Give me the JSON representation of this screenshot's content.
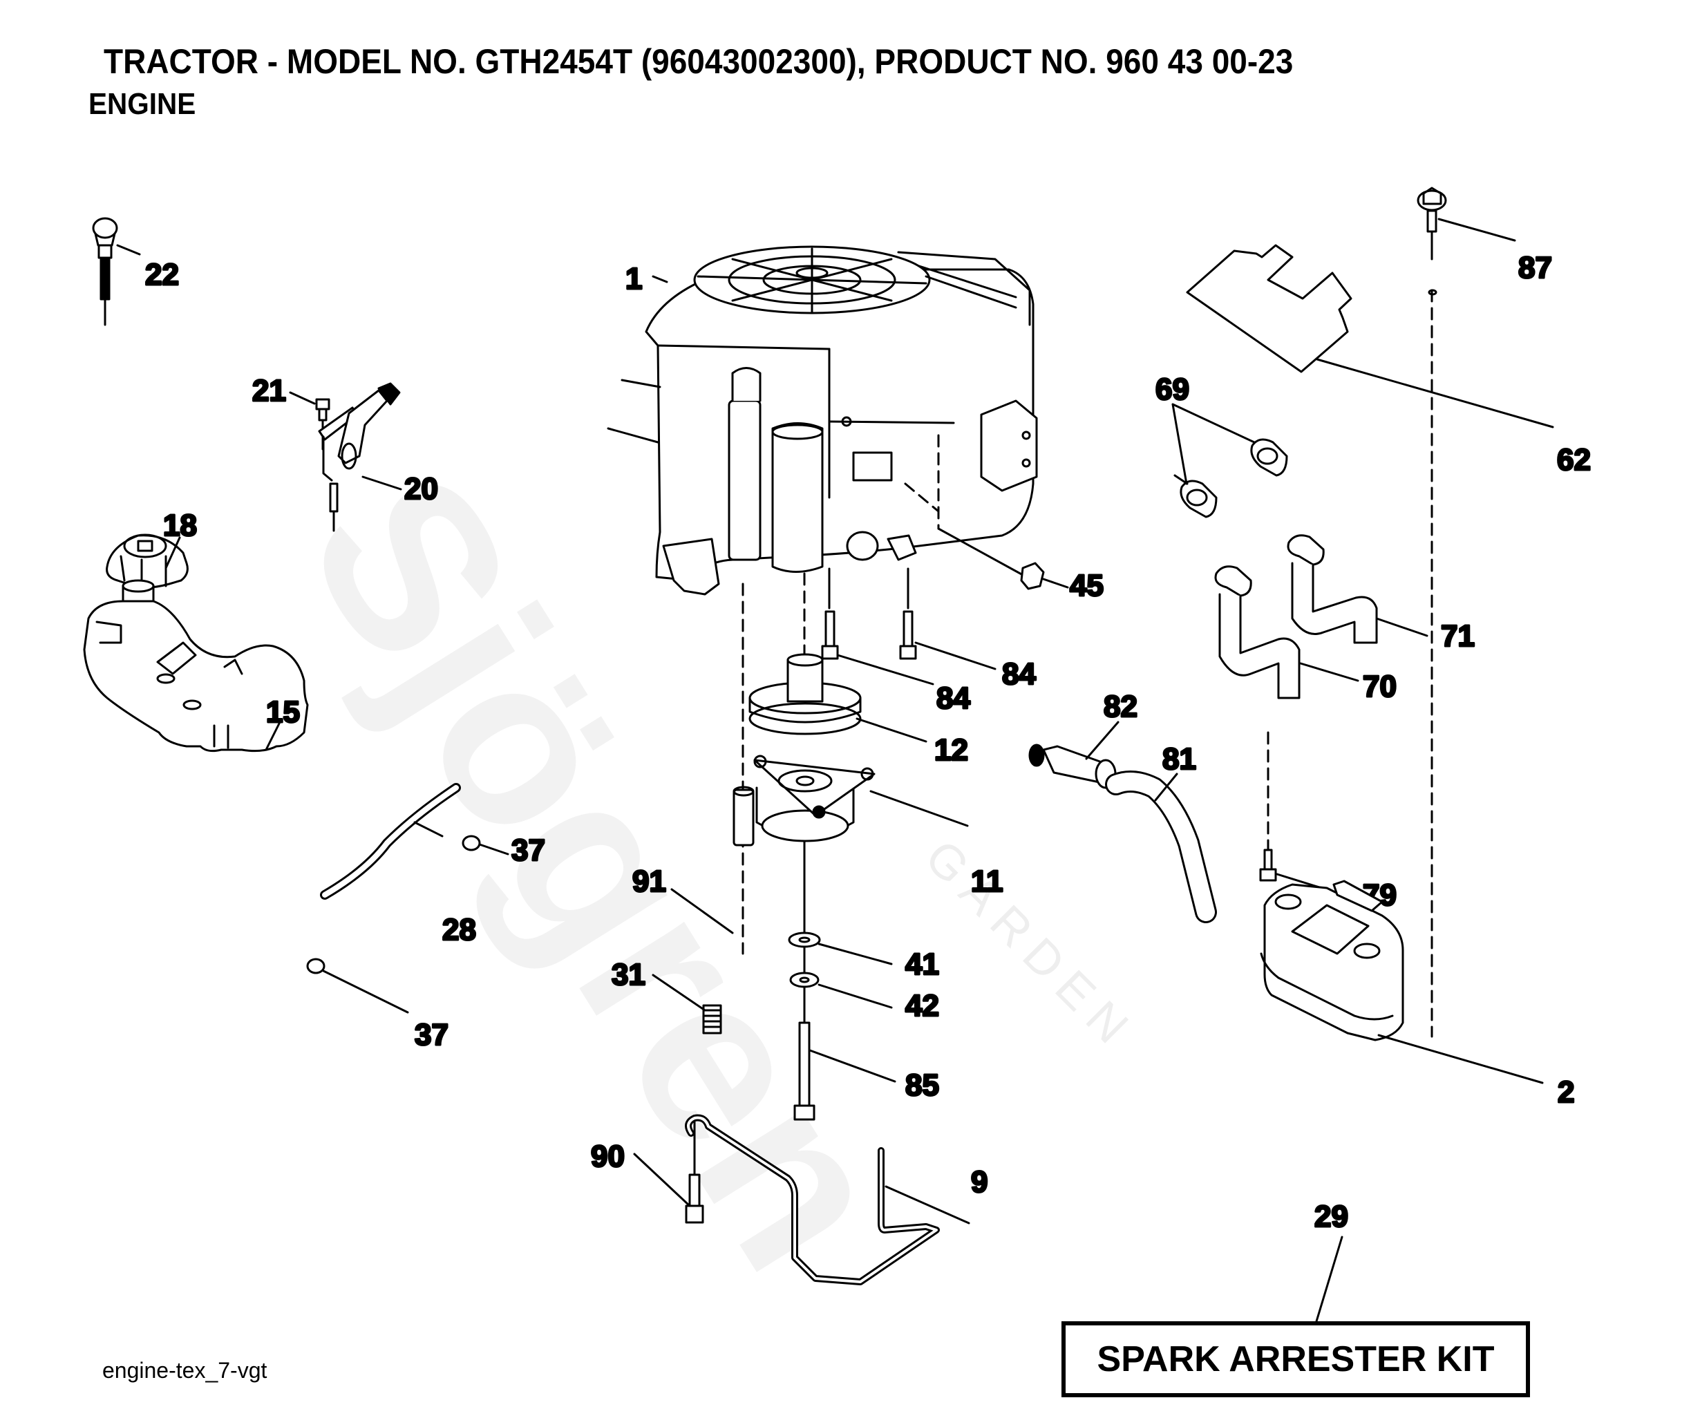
{
  "header": {
    "title": "TRACTOR - MODEL NO. GTH2454T (96043002300), PRODUCT NO. 960 43 00-23",
    "section": "ENGINE"
  },
  "watermark": {
    "brand": "Sjögren",
    "tagline": "GARDEN"
  },
  "parts": [
    {
      "ref": "1",
      "name": "engine"
    },
    {
      "ref": "2",
      "name": "muffler"
    },
    {
      "ref": "9",
      "name": "bracket-rod"
    },
    {
      "ref": "11",
      "name": "electric-clutch"
    },
    {
      "ref": "12",
      "name": "pulley"
    },
    {
      "ref": "15",
      "name": "fuel-tank"
    },
    {
      "ref": "18",
      "name": "fuel-cap"
    },
    {
      "ref": "20",
      "name": "throttle-control"
    },
    {
      "ref": "21",
      "name": "screw"
    },
    {
      "ref": "22",
      "name": "choke-knob"
    },
    {
      "ref": "28",
      "name": "fuel-line"
    },
    {
      "ref": "29",
      "name": "spark-arrester-kit"
    },
    {
      "ref": "31",
      "name": "spring"
    },
    {
      "ref": "37",
      "name": "hose-clamp"
    },
    {
      "ref": "41",
      "name": "washer"
    },
    {
      "ref": "42",
      "name": "lock-washer"
    },
    {
      "ref": "45",
      "name": "nut"
    },
    {
      "ref": "62",
      "name": "heat-shield"
    },
    {
      "ref": "69",
      "name": "gasket"
    },
    {
      "ref": "70",
      "name": "exhaust-pipe-left"
    },
    {
      "ref": "71",
      "name": "exhaust-pipe-right"
    },
    {
      "ref": "79",
      "name": "bolt"
    },
    {
      "ref": "81",
      "name": "drain-hose"
    },
    {
      "ref": "82",
      "name": "drain-valve"
    },
    {
      "ref": "84",
      "name": "bolt"
    },
    {
      "ref": "85",
      "name": "bolt"
    },
    {
      "ref": "87",
      "name": "screw"
    },
    {
      "ref": "90",
      "name": "bolt"
    },
    {
      "ref": "91",
      "name": "spacer"
    }
  ],
  "labels": {
    "l1": "1",
    "l2": "2",
    "l9": "9",
    "l11": "11",
    "l12": "12",
    "l15": "15",
    "l18": "18",
    "l20": "20",
    "l21": "21",
    "l22": "22",
    "l28": "28",
    "l29": "29",
    "l31": "31",
    "l37a": "37",
    "l37b": "37",
    "l41": "41",
    "l42": "42",
    "l45": "45",
    "l62": "62",
    "l69": "69",
    "l70": "70",
    "l71": "71",
    "l79": "79",
    "l81": "81",
    "l82": "82",
    "l84a": "84",
    "l84b": "84",
    "l85": "85",
    "l87": "87",
    "l90": "90",
    "l91": "91"
  },
  "kit_label": "SPARK ARRESTER KIT",
  "footer": "engine-tex_7-vgt"
}
